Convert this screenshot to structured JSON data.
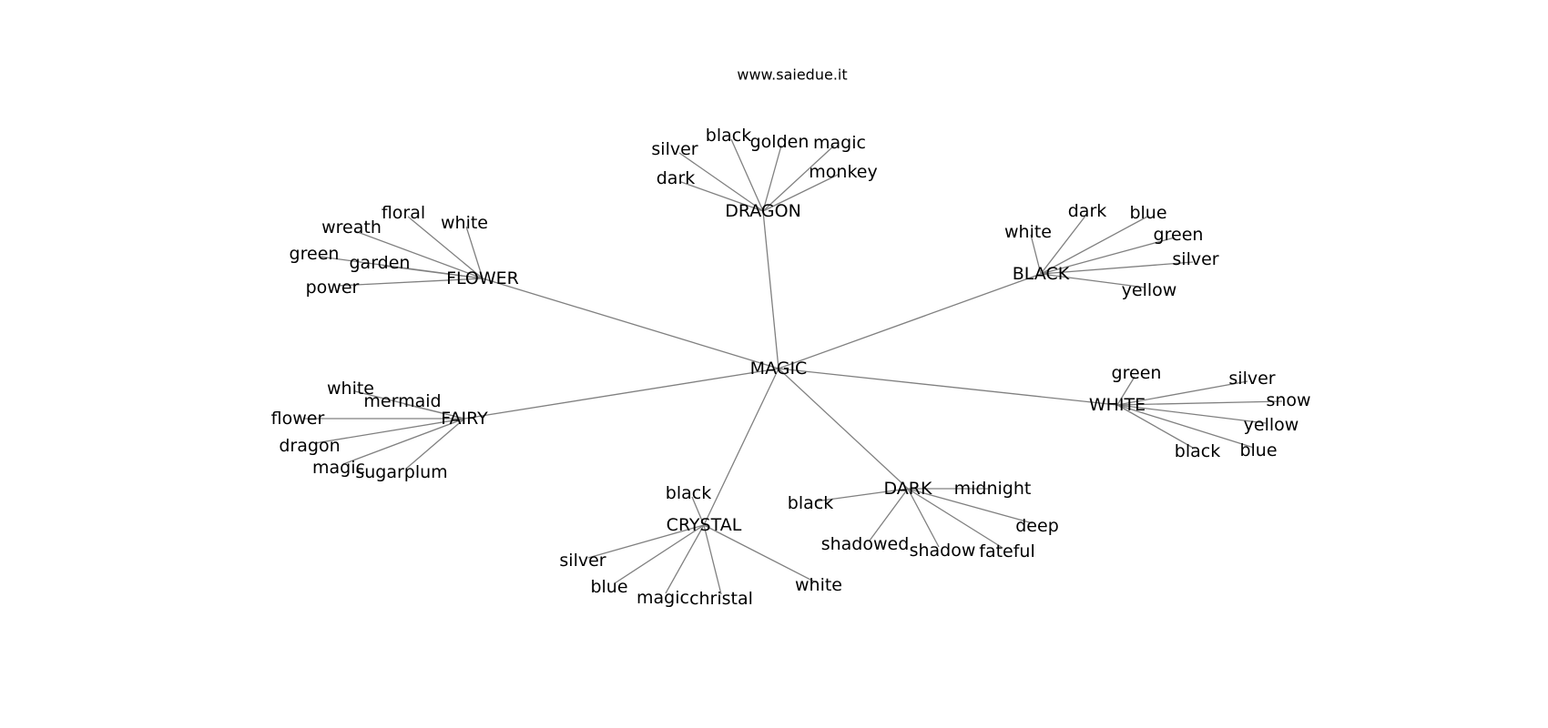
{
  "header": {
    "source": "www.saiedue.it"
  },
  "graph": {
    "root": "MAGIC",
    "branches": [
      {
        "hub": "DRAGON",
        "leaves": [
          "silver",
          "black",
          "golden",
          "magic",
          "dark",
          "monkey"
        ]
      },
      {
        "hub": "FLOWER",
        "leaves": [
          "floral",
          "white",
          "wreath",
          "green",
          "garden",
          "power"
        ]
      },
      {
        "hub": "BLACK",
        "leaves": [
          "dark",
          "blue",
          "white",
          "green",
          "silver",
          "yellow"
        ]
      },
      {
        "hub": "FAIRY",
        "leaves": [
          "white",
          "mermaid",
          "flower",
          "dragon",
          "magic",
          "sugarplum"
        ]
      },
      {
        "hub": "WHITE",
        "leaves": [
          "green",
          "silver",
          "snow",
          "yellow",
          "black",
          "blue"
        ]
      },
      {
        "hub": "CRYSTAL",
        "leaves": [
          "black",
          "silver",
          "blue",
          "magic",
          "christal",
          "white"
        ]
      },
      {
        "hub": "DARK",
        "leaves": [
          "midnight",
          "black",
          "deep",
          "shadowed",
          "shadow",
          "fateful"
        ]
      }
    ]
  }
}
